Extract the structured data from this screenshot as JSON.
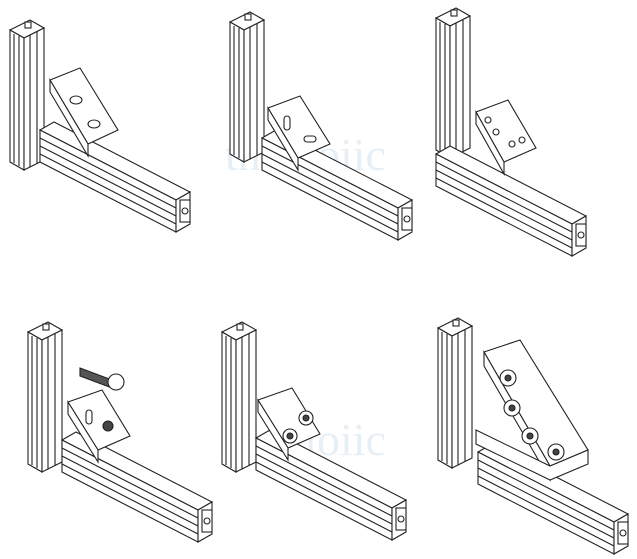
{
  "watermark": {
    "text": "thegioiic"
  },
  "illustrations": [
    {
      "name": "corner-bracket-assembly-1",
      "bracket": "plain-angle"
    },
    {
      "name": "corner-bracket-assembly-2",
      "bracket": "slotted-angle"
    },
    {
      "name": "corner-bracket-assembly-3",
      "bracket": "four-hole-angle"
    },
    {
      "name": "corner-bracket-assembly-4",
      "bracket": "angle-with-bolt"
    },
    {
      "name": "corner-bracket-assembly-5",
      "bracket": "angle-with-nuts"
    },
    {
      "name": "corner-bracket-assembly-6",
      "bracket": "large-gusset-plate"
    }
  ]
}
